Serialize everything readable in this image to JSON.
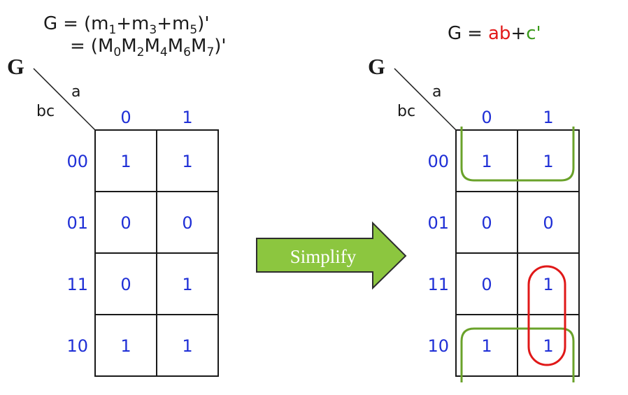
{
  "left_equations": {
    "line1": {
      "lhs": "G",
      "eq": "=",
      "parts": [
        [
          "(m",
          ""
        ],
        [
          "1",
          "sub"
        ],
        [
          "+m",
          ""
        ],
        [
          "3",
          "sub"
        ],
        [
          "+m",
          ""
        ],
        [
          "5",
          "sub"
        ],
        [
          ")'",
          ""
        ]
      ]
    },
    "line2": {
      "eq": "=",
      "parts": [
        [
          "(M",
          ""
        ],
        [
          "0",
          "sub"
        ],
        [
          "M",
          ""
        ],
        [
          "2",
          "sub"
        ],
        [
          "M",
          ""
        ],
        [
          "4",
          "sub"
        ],
        [
          "M",
          ""
        ],
        [
          "6",
          "sub"
        ],
        [
          "M",
          ""
        ],
        [
          "7",
          "sub"
        ],
        [
          ")'",
          ""
        ]
      ]
    }
  },
  "right_equation": {
    "lhs": "G",
    "eq": "=",
    "term1": "ab",
    "plus": "+",
    "term2": "c'"
  },
  "arrow_label": "Simplify",
  "kmap_left": {
    "function_label": "G",
    "col_var": "a",
    "row_var": "bc",
    "col_headers": [
      "0",
      "1"
    ],
    "row_headers": [
      "00",
      "01",
      "11",
      "10"
    ],
    "cells": [
      [
        "1",
        "1"
      ],
      [
        "0",
        "0"
      ],
      [
        "0",
        "1"
      ],
      [
        "1",
        "1"
      ]
    ]
  },
  "kmap_right": {
    "function_label": "G",
    "col_var": "a",
    "row_var": "bc",
    "col_headers": [
      "0",
      "1"
    ],
    "row_headers": [
      "00",
      "01",
      "11",
      "10"
    ],
    "cells": [
      [
        "1",
        "1"
      ],
      [
        "0",
        "0"
      ],
      [
        "0",
        "1"
      ],
      [
        "1",
        "1"
      ]
    ]
  },
  "colors": {
    "blue": "#1f2fd6",
    "black": "#1a1a1a",
    "red_term": "#e21a1a",
    "green_term": "#3a9a1a",
    "group_green": "#6aa22a",
    "group_red": "#e01818",
    "arrow_fill": "#8cc63f",
    "arrow_stroke": "#2d2d2d",
    "arrow_text": "#ffffff"
  }
}
